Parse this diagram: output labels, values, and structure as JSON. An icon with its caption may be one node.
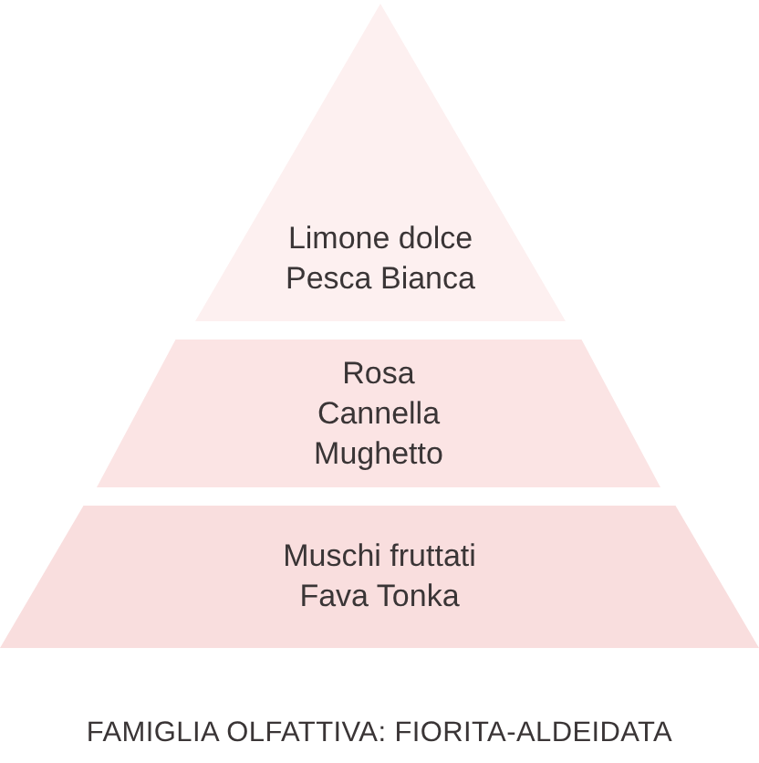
{
  "diagram": {
    "caption": "FAMIGLIA OLFATTIVA: FIORITA-ALDEIDATA",
    "nodes": [
      {
        "text": [
          "Limone dolce",
          "Pesca Bianca"
        ]
      },
      {
        "text": [
          "Rosa",
          "Cannella",
          "Mughetto"
        ]
      },
      {
        "text": [
          "Muschi fruttati",
          "Fava Tonka"
        ]
      }
    ]
  }
}
